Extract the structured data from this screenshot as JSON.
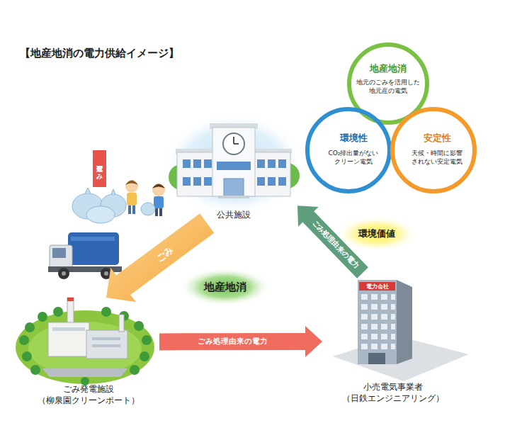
{
  "diagram": {
    "title": "【地産地消の電力供給イメージ】",
    "nodes": [
      {
        "text": [
          "地産地消",
          "地元のごみを活用した 地元産の電気"
        ]
      },
      {
        "text": [
          "環境性",
          "CO₂排出量がない クリーン電気"
        ]
      },
      {
        "text": [
          "安定性",
          "天候・時間に影響 されない安定電気"
        ]
      },
      {
        "text": [
          "公共施設"
        ]
      },
      {
        "text": [
          "ごみ発電施設 （柳泉園クリーンポート）"
        ]
      },
      {
        "text": [
          "小売電気事業者 （日鉄エンジニアリング）"
        ]
      }
    ],
    "edges": [
      {
        "from": 3,
        "to": 4,
        "arrow": "to",
        "label": "ごみ"
      },
      {
        "from": 4,
        "to": 5,
        "arrow": "to",
        "label": "ごみ処理由来の電力"
      },
      {
        "from": 5,
        "to": 3,
        "arrow": "to",
        "label": "ごみ処理由来の電力"
      }
    ],
    "labels": [
      "可燃ごみ",
      "地産地消",
      "環境価値",
      "電力会社"
    ]
  }
}
